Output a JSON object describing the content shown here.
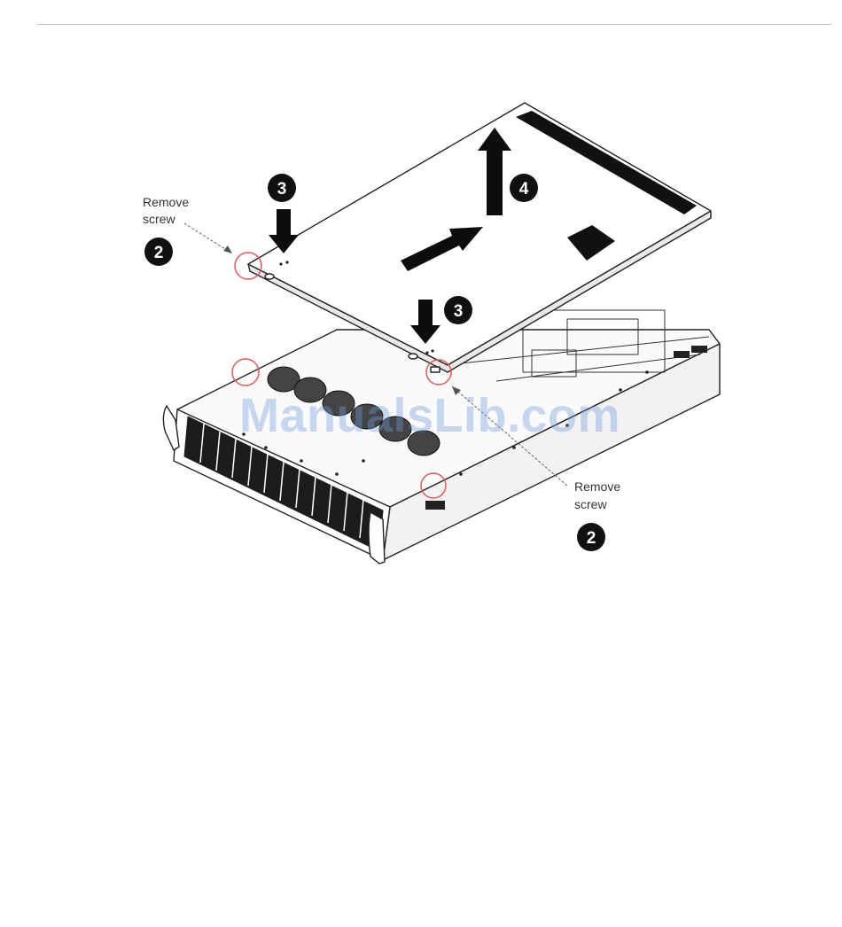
{
  "figure": {
    "callout_top_left": {
      "line1": "Remove",
      "line2": "screw",
      "step": "2"
    },
    "callout_bottom_right": {
      "line1": "Remove",
      "line2": "screw",
      "step": "2"
    },
    "step_press_top": "3",
    "step_press_bottom": "3",
    "step_lift": "4"
  },
  "watermark": "ManualsLib.com",
  "colors": {
    "screw_circle": "#e05a5a",
    "ink": "#1a1a1a",
    "watermark": "#6f9bd9"
  }
}
